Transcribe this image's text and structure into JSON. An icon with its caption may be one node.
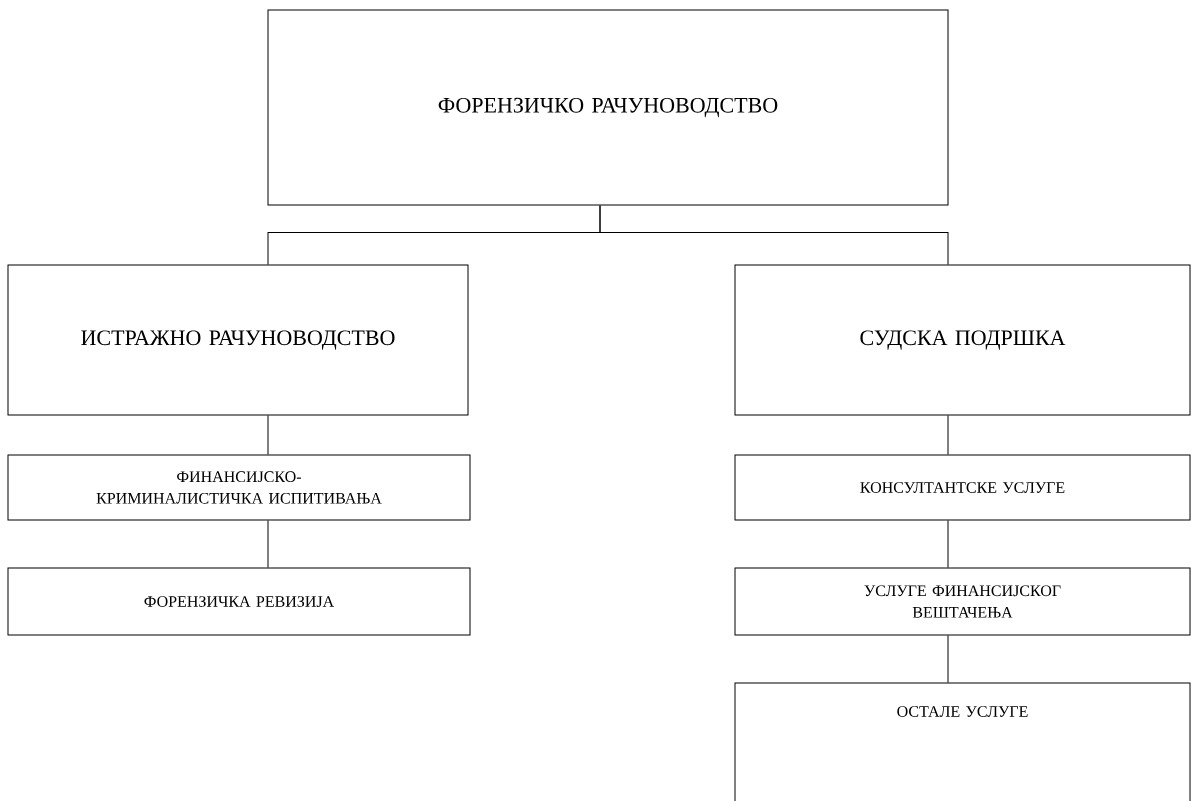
{
  "diagram": {
    "nodes": [
      {
        "text": [
          "ФОРЕНЗИЧКО РАЧУНОВОДСТВО"
        ]
      },
      {
        "text": [
          "ИСТРАЖНО РАЧУНОВОДСТВО"
        ]
      },
      {
        "text": [
          "СУДСКА ПОДРШКА"
        ]
      },
      {
        "text": [
          "ФИНАНСИЈСКО-КРИМИНАЛИСТИЧКА ИСПИТИВАЊА"
        ]
      },
      {
        "text": [
          "КОНСУЛТАНТСКЕ УСЛУГЕ"
        ]
      },
      {
        "text": [
          "ФОРЕНЗИЧКА РЕВИЗИЈА"
        ]
      },
      {
        "text": [
          "УСЛУГЕ ФИНАНСИЈСКОГ ВЕШТАЧЕЊА"
        ]
      },
      {
        "text": [
          "ОСТАЛЕ УСЛУГЕ"
        ]
      }
    ],
    "edges": [
      {
        "from": 0,
        "to": 1,
        "arrow": "none"
      },
      {
        "from": 0,
        "to": 2,
        "arrow": "none"
      },
      {
        "from": 1,
        "to": 3,
        "arrow": "none"
      },
      {
        "from": 2,
        "to": 4,
        "arrow": "none"
      },
      {
        "from": 3,
        "to": 5,
        "arrow": "none"
      },
      {
        "from": 4,
        "to": 6,
        "arrow": "none"
      },
      {
        "from": 6,
        "to": 7,
        "arrow": "none"
      }
    ]
  }
}
